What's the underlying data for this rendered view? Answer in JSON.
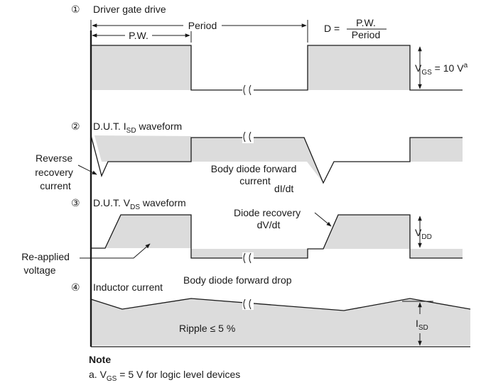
{
  "sections": [
    {
      "num": "①",
      "title": "Driver gate drive"
    },
    {
      "num": "②",
      "title_pre": "D.U.T. I",
      "title_sub": "SD",
      "title_post": " waveform"
    },
    {
      "num": "③",
      "title_pre": "D.U.T. V",
      "title_sub": "DS",
      "title_post": " waveform"
    },
    {
      "num": "④",
      "title": "Inductor current"
    }
  ],
  "gate": {
    "period": "Period",
    "pw": "P.W.",
    "duty_lhs": "D =",
    "duty_num": "P.W.",
    "duty_den": "Period",
    "vgs_pre": "V",
    "vgs_sub": "GS",
    "vgs_post": " = 10 V",
    "vgs_sup": "a"
  },
  "isd": {
    "reverse_recovery": [
      "Reverse",
      "recovery",
      "current"
    ],
    "body_diode": [
      "Body diode forward",
      "current"
    ],
    "didt": "dI/dt"
  },
  "vds": {
    "diode_recovery": [
      "Diode recovery",
      "dV/dt"
    ],
    "vdd_pre": "V",
    "vdd_sub": "DD",
    "reapplied": [
      "Re-applied",
      "voltage"
    ],
    "body_drop": "Body diode forward drop"
  },
  "inductor": {
    "ripple": "Ripple ≤ 5 %",
    "isd_pre": "I",
    "isd_sub": "SD"
  },
  "note": {
    "title": "Note",
    "line_pre": "a. V",
    "line_sub": "GS",
    "line_post": " = 5 V for logic level devices"
  }
}
